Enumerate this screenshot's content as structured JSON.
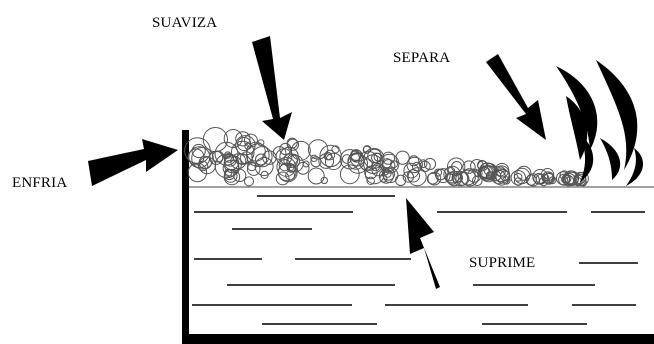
{
  "labels": {
    "top": "SUAVIZA",
    "right_top": "SEPARA",
    "left": "ENFRIA",
    "bottom_right": "SUPRIME"
  },
  "colors": {
    "ink": "#000000",
    "bubble_stroke": "#555555",
    "water_line": "#333333",
    "background": "#ffffff"
  }
}
